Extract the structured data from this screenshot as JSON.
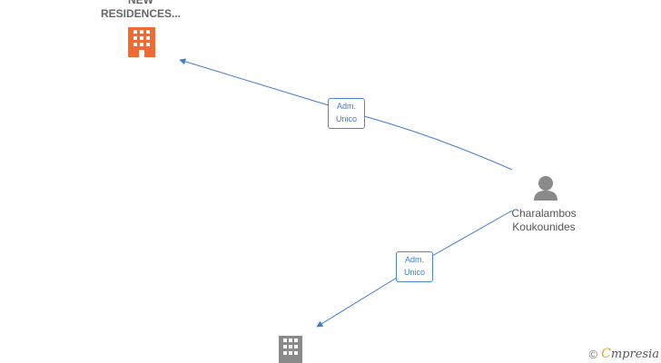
{
  "nodes": {
    "company_top": {
      "name_lines": [
        "NEW",
        "RESIDENCES..."
      ],
      "icon": "building-icon",
      "color": "#f26a33"
    },
    "person": {
      "name_lines": [
        "Charalambos",
        "Koukounides"
      ],
      "icon": "person-icon",
      "color": "#8a8a8a"
    },
    "company_bottom": {
      "name_lines": [],
      "icon": "building-icon",
      "color": "#8a8a8a"
    }
  },
  "edges": [
    {
      "from": "person",
      "to": "company_top",
      "label_lines": [
        "Adm.",
        "Unico"
      ]
    },
    {
      "from": "person",
      "to": "company_bottom",
      "label_lines": [
        "Adm.",
        "Unico"
      ]
    }
  ],
  "edge_color": "#3f7ccc",
  "brand": {
    "copyright": "©",
    "initial": "C",
    "rest": "mpresia",
    "accent": "#e3a21a"
  }
}
